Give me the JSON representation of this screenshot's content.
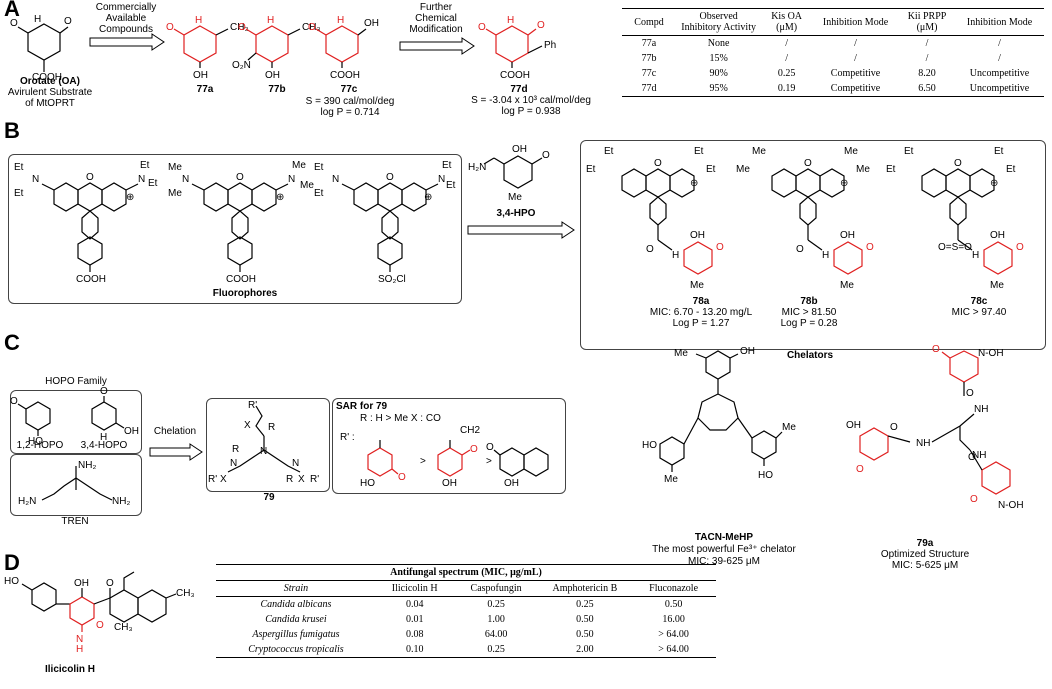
{
  "panels": {
    "A": "A",
    "B": "B",
    "C": "C",
    "D": "D"
  },
  "panel_a": {
    "orotate_name": "Orotate",
    "orotate_abbr": "(OA)",
    "orotate_line2": "Avirulent Substrate",
    "orotate_line3": "of MtOPRT",
    "arrow1_text": [
      "Commercially",
      "Available",
      "Compounds"
    ],
    "arrow2_text": [
      "Further",
      "Chemical",
      "Modification"
    ],
    "c77a": "77a",
    "c77b": "77b",
    "c77c": "77c",
    "c77d": "77d",
    "c77c_s": "S = 390 cal/mol/deg",
    "c77c_logp": "log P = 0.714",
    "c77d_s": "S = -3.04 x 10³ cal/mol/deg",
    "c77d_logp": "log P = 0.938",
    "table": {
      "headers": [
        "Compd",
        "Observed Inhibitory Activity",
        "Kis OA (μM)",
        "Inhibition Mode",
        "Kii PRPP (μM)",
        "Inhibition Mode"
      ],
      "rows": [
        [
          "77a",
          "None",
          "/",
          "/",
          "/",
          "/"
        ],
        [
          "77b",
          "15%",
          "/",
          "/",
          "/",
          "/"
        ],
        [
          "77c",
          "90%",
          "0.25",
          "Competitive",
          "8.20",
          "Uncompetitive"
        ],
        [
          "77d",
          "95%",
          "0.19",
          "Competitive",
          "6.50",
          "Uncompetitive"
        ]
      ]
    }
  },
  "panel_b": {
    "fluorophores": "Fluorophores",
    "hpo_label": "3,4-HPO",
    "chelators": "Chelators",
    "c78a": "78a",
    "c78a_mic": "MIC: 6.70 - 13.20 mg/L",
    "c78a_logp": "Log P = 1.27",
    "c78b": "78b",
    "c78b_mic": "MIC > 81.50",
    "c78b_logp": "Log P = 0.28",
    "c78c": "78c",
    "c78c_mic": "MIC > 97.40"
  },
  "panel_c": {
    "hopo_family": "HOPO Family",
    "hopo12": "1,2-HOPO",
    "hopo34": "3,4-HOPO",
    "tren": "TREN",
    "chelation": "Chelation",
    "c79": "79",
    "sar_title": "SAR for 79",
    "sar_r": "R : H > Me X : CO",
    "sar_ch2": "CH2",
    "tacn_name": "TACN-MeHP",
    "tacn_line2": "The most powerful Fe³⁺ chelator",
    "tacn_mic": "MIC: 39-625 μM",
    "c79a": "79a",
    "c79a_line2": "Optimized Structure",
    "c79a_mic": "MIC: 5-625 μM"
  },
  "panel_d": {
    "ilicicolin": "Ilicicolin H",
    "table": {
      "title": "Antifungal spectrum (MIC, μg/mL)",
      "headers": [
        "Strain",
        "Ilicicolin H",
        "Caspofungin",
        "Amphotericin B",
        "Fluconazole"
      ],
      "rows": [
        [
          "Candida albicans",
          "0.04",
          "0.25",
          "0.25",
          "0.50"
        ],
        [
          "Candida krusei",
          "0.01",
          "1.00",
          "0.50",
          "16.00"
        ],
        [
          "Aspergillus fumigatus",
          "0.08",
          "64.00",
          "0.50",
          "> 64.00"
        ],
        [
          "Cryptococcus tropicalis",
          "0.10",
          "0.25",
          "2.00",
          "> 64.00"
        ]
      ]
    }
  },
  "colors": {
    "highlight": "#e02020",
    "line": "#000000",
    "box": "#444444"
  }
}
